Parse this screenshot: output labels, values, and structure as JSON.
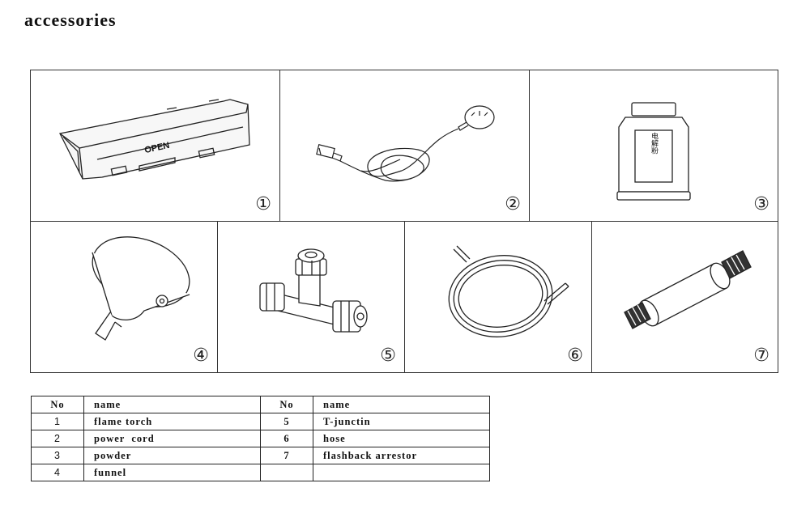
{
  "title": "accessories",
  "panels": [
    {
      "num": "①",
      "icon": "flame-torch-icon"
    },
    {
      "num": "②",
      "icon": "power-cord-icon"
    },
    {
      "num": "③",
      "icon": "powder-bottle-icon",
      "label": "电解粉"
    },
    {
      "num": "④",
      "icon": "funnel-icon"
    },
    {
      "num": "⑤",
      "icon": "t-junction-icon"
    },
    {
      "num": "⑥",
      "icon": "hose-icon"
    },
    {
      "num": "⑦",
      "icon": "flashback-arrestor-icon"
    }
  ],
  "torch_text": "OPEN",
  "table": {
    "headers": [
      "No",
      "name",
      "No",
      "name"
    ],
    "rows": [
      [
        "1",
        "flame torch",
        "5",
        "T-junctin"
      ],
      [
        "2",
        "power  cord",
        "6",
        "hose"
      ],
      [
        "3",
        "powder",
        "7",
        "flashback arrestor"
      ],
      [
        "4",
        "funnel",
        "",
        ""
      ]
    ]
  }
}
